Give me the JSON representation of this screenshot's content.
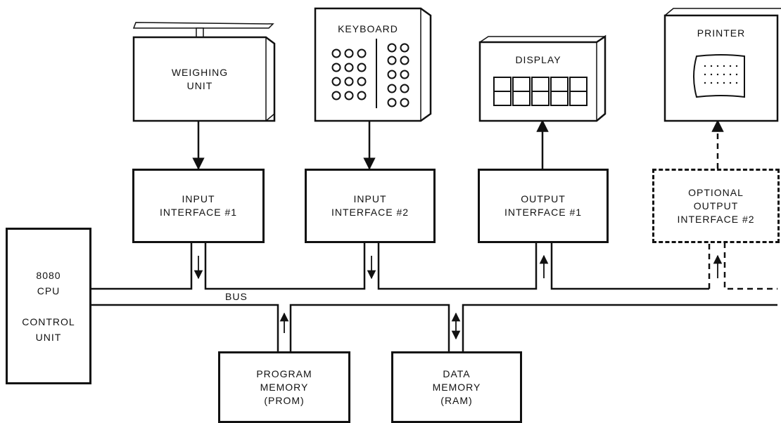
{
  "devices": {
    "weighing_unit": [
      "WEIGHING",
      "UNIT"
    ],
    "keyboard": "KEYBOARD",
    "display": "DISPLAY",
    "printer": "PRINTER"
  },
  "interfaces": {
    "input1": [
      "INPUT",
      "INTERFACE #1"
    ],
    "input2": [
      "INPUT",
      "INTERFACE #2"
    ],
    "output1": [
      "OUTPUT",
      "INTERFACE #1"
    ],
    "output2": [
      "OPTIONAL",
      "OUTPUT",
      "INTERFACE #2"
    ]
  },
  "cpu": [
    "8080",
    "CPU",
    "",
    "CONTROL",
    "UNIT"
  ],
  "bus_label": "BUS",
  "memory": {
    "program": [
      "PROGRAM",
      "MEMORY",
      "(PROM)"
    ],
    "data": [
      "DATA",
      "MEMORY",
      "(RAM)"
    ]
  }
}
